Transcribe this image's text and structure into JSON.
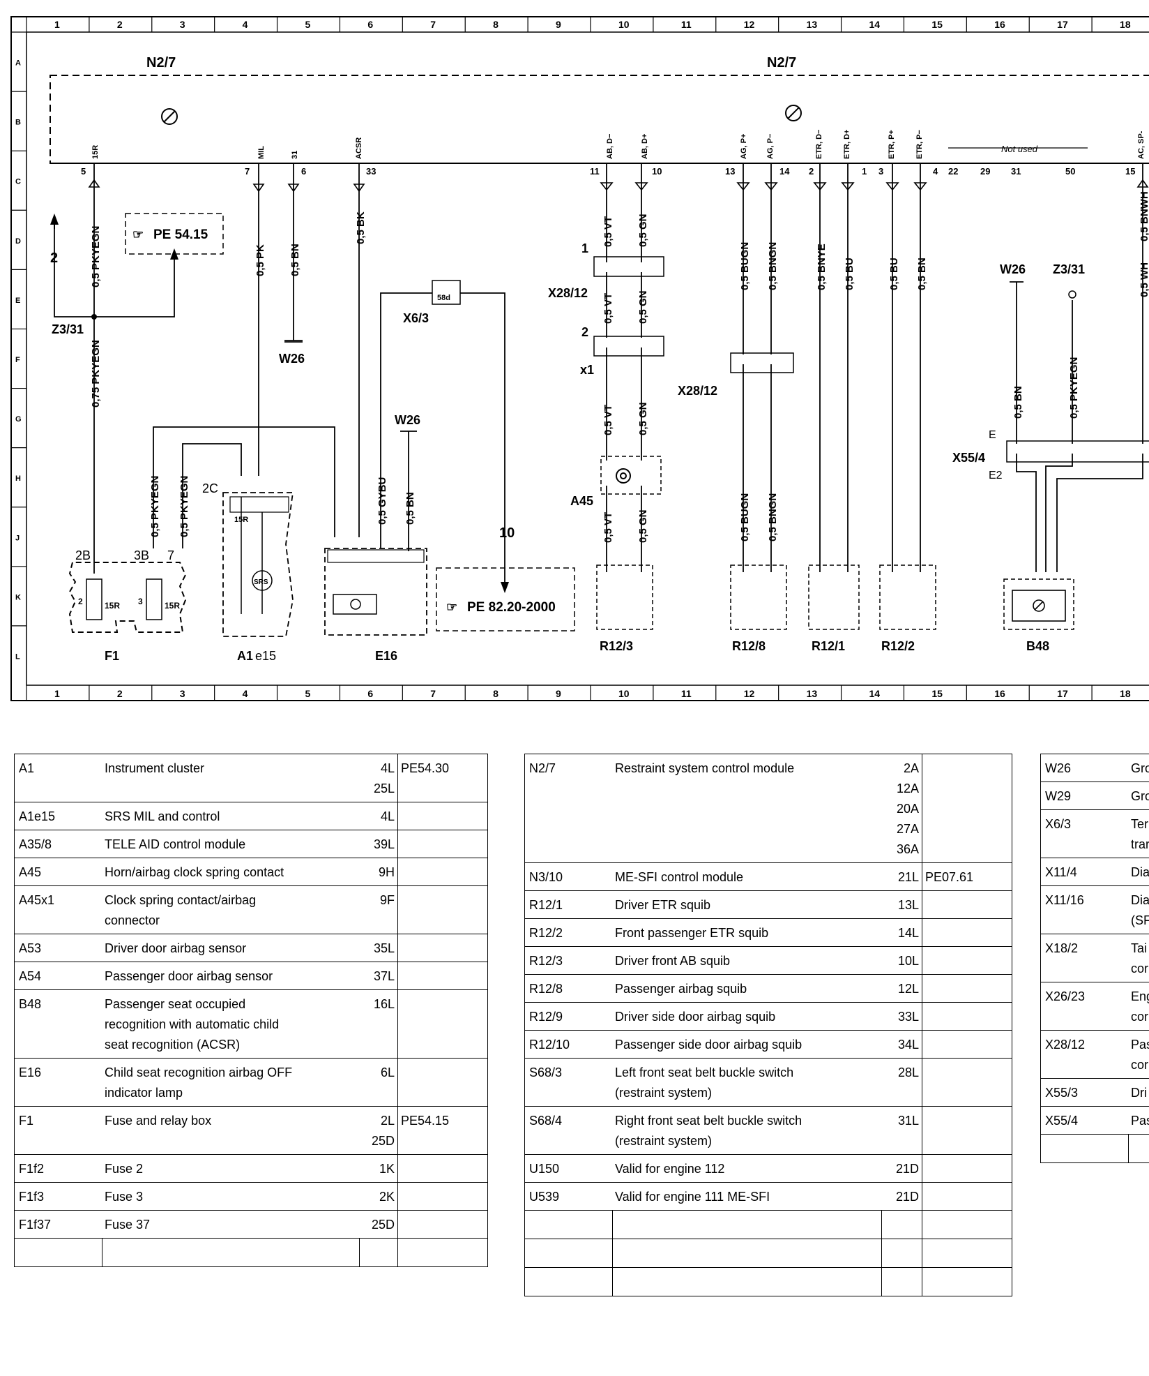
{
  "diagram": {
    "grid_columns": [
      "1",
      "2",
      "3",
      "4",
      "5",
      "6",
      "7",
      "8",
      "9",
      "10",
      "11",
      "12",
      "13",
      "14",
      "15",
      "16",
      "17",
      "18"
    ],
    "grid_rows": [
      "A",
      "B",
      "C",
      "D",
      "E",
      "F",
      "G",
      "H",
      "J",
      "K",
      "L"
    ],
    "module_labels": [
      "N2/7",
      "N2/7"
    ],
    "not_used_label": "Not used",
    "pin_labels": {
      "p5": "5",
      "p7": "7",
      "p6": "6",
      "p33": "33",
      "p11": "11",
      "p10": "10",
      "p13": "13",
      "p14": "14",
      "p2": "2",
      "p1": "1",
      "p3": "3",
      "p4": "4",
      "p22": "22",
      "p29": "29",
      "p31": "31",
      "p50": "50",
      "p15": "15"
    },
    "signal_labels": {
      "s15r": "15R",
      "mil": "MIL",
      "s31": "31",
      "acsr": "ACSR",
      "abm": "AB, D−",
      "abp": "AB, D+",
      "agp": "AG, P+",
      "agm": "AG, P−",
      "etrdm": "ETR, D−",
      "etrdp": "ETR, D+",
      "etrpp": "ETR, P+",
      "etrpm": "ETR, P−",
      "acsp": "AC, SP-"
    },
    "wires": {
      "w1": "0,5 PKYEGN",
      "w2": "0,75 PKYEGN",
      "w3": "0,5 PK",
      "w4": "0,5 BN",
      "w5": "0,5 BK",
      "w6": "0,5 VT",
      "w7": "0,5 GN",
      "w8": "0,5 VT",
      "w9": "0,5 GN",
      "w10": "0,5 VT",
      "w11": "0,5 GN",
      "w12": "0,5 VT",
      "w13": "0,5 GN",
      "w14": "0,5 BUGN",
      "w15": "0,5 BNGN",
      "w16": "0,5 BUGN",
      "w17": "0,5 BNGN",
      "w18": "0,5 BNYE",
      "w19": "0,5 BU",
      "w20": "0,5 BU",
      "w21": "0,5 BN",
      "w22": "0,5 PKYEGN",
      "w23": "0,5 PKYEGN",
      "w24": "0,5 GYBU",
      "w25": "0,5 BN",
      "w26": "0,5 BN",
      "w27": "0,5 PKYEGN",
      "w28": "0,5 BNWH",
      "w29": "0,5 WH"
    },
    "components": {
      "z331a": "Z3/31",
      "z331b": "Z3/31",
      "w26a": "W26",
      "w26b": "W26",
      "w26c": "W26",
      "x63": "X6/3",
      "x2812a": "X28/12",
      "x2812b": "X28/12",
      "x1": "x1",
      "a45": "A45",
      "r123": "R12/3",
      "r128": "R12/8",
      "r121": "R12/1",
      "r122": "R12/2",
      "b48": "B48",
      "e16": "E16",
      "f1": "F1",
      "a1": "A1",
      "a1e": "e15",
      "x554": "X55/4",
      "e": "E",
      "e2": "E2",
      "pe5415": "PE  54.15",
      "pe8220": "PE  82.20-2000"
    },
    "misc": {
      "arrow2": "2",
      "arrow10": "10",
      "c2b": "2B",
      "c3b": "3B",
      "c2c": "2C",
      "n1": "1",
      "n2": "2",
      "n7": "7",
      "f2": "2",
      "f3": "3",
      "f15r1": "15R",
      "f15r2": "15R",
      "a115r": "15R",
      "srs": "SRS",
      "x584": "58d"
    }
  },
  "tables": {
    "left": [
      {
        "code": "A1",
        "desc": "Instrument cluster",
        "loc": "4L\n25L",
        "ref": "PE54.30"
      },
      {
        "code": "A1e15",
        "desc": "SRS MIL and control",
        "loc": "4L",
        "ref": ""
      },
      {
        "code": "A35/8",
        "desc": "TELE AID control module",
        "loc": "39L",
        "ref": ""
      },
      {
        "code": "A45",
        "desc": "Horn/airbag clock spring contact",
        "loc": "9H",
        "ref": ""
      },
      {
        "code": "A45x1",
        "desc": "Clock spring contact/airbag\nconnector",
        "loc": "9F",
        "ref": ""
      },
      {
        "code": "A53",
        "desc": "Driver door airbag sensor",
        "loc": "35L",
        "ref": ""
      },
      {
        "code": "A54",
        "desc": "Passenger door airbag sensor",
        "loc": "37L",
        "ref": ""
      },
      {
        "code": "B48",
        "desc": "Passenger seat occupied\nrecognition with automatic child\nseat recognition (ACSR)",
        "loc": "16L",
        "ref": ""
      },
      {
        "code": "E16",
        "desc": "Child seat recognition airbag OFF\nindicator lamp",
        "loc": "6L",
        "ref": ""
      },
      {
        "code": "F1",
        "desc": "Fuse and relay box",
        "loc": "2L\n25D",
        "ref": "PE54.15"
      },
      {
        "code": "F1f2",
        "desc": "Fuse 2",
        "loc": "1K",
        "ref": ""
      },
      {
        "code": "F1f3",
        "desc": "Fuse 3",
        "loc": "2K",
        "ref": ""
      },
      {
        "code": "F1f37",
        "desc": "Fuse 37",
        "loc": "25D",
        "ref": ""
      }
    ],
    "middle": [
      {
        "code": "N2/7",
        "desc": "Restraint system control module",
        "loc": "2A\n12A\n20A\n27A\n36A",
        "ref": ""
      },
      {
        "code": "N3/10",
        "desc": "ME-SFI control module",
        "loc": "21L",
        "ref": "PE07.61"
      },
      {
        "code": "R12/1",
        "desc": "Driver ETR squib",
        "loc": "13L",
        "ref": ""
      },
      {
        "code": "R12/2",
        "desc": "Front passenger ETR squib",
        "loc": "14L",
        "ref": ""
      },
      {
        "code": "R12/3",
        "desc": "Driver front AB squib",
        "loc": "10L",
        "ref": ""
      },
      {
        "code": "R12/8",
        "desc": "Passenger airbag squib",
        "loc": "12L",
        "ref": ""
      },
      {
        "code": "R12/9",
        "desc": "Driver side door airbag squib",
        "loc": "33L",
        "ref": ""
      },
      {
        "code": "R12/10",
        "desc": "Passenger side door airbag squib",
        "loc": "34L",
        "ref": ""
      },
      {
        "code": "S68/3",
        "desc": "Left front seat belt buckle switch\n(restraint system)",
        "loc": "28L",
        "ref": ""
      },
      {
        "code": "S68/4",
        "desc": "Right front seat belt buckle switch\n(restraint system)",
        "loc": "31L",
        "ref": ""
      },
      {
        "code": "U150",
        "desc": "Valid for engine 112",
        "loc": "21D",
        "ref": ""
      },
      {
        "code": "U539",
        "desc": "Valid for engine 111 ME-SFI",
        "loc": "21D",
        "ref": ""
      }
    ],
    "right": [
      {
        "code": "W26",
        "desc": "Gro"
      },
      {
        "code": "W29",
        "desc": "Gro"
      },
      {
        "code": "X6/3",
        "desc": "Ter\ntrar"
      },
      {
        "code": "X11/4",
        "desc": "Dia"
      },
      {
        "code": "X11/16",
        "desc": "Dia\n(SF"
      },
      {
        "code": "X18/2",
        "desc": "Tai\ncor"
      },
      {
        "code": "X26/23",
        "desc": "Eng\ncor"
      },
      {
        "code": "X28/12",
        "desc": "Pas\ncor"
      },
      {
        "code": "X55/3",
        "desc": "Dri"
      },
      {
        "code": "X55/4",
        "desc": "Pas"
      }
    ]
  }
}
